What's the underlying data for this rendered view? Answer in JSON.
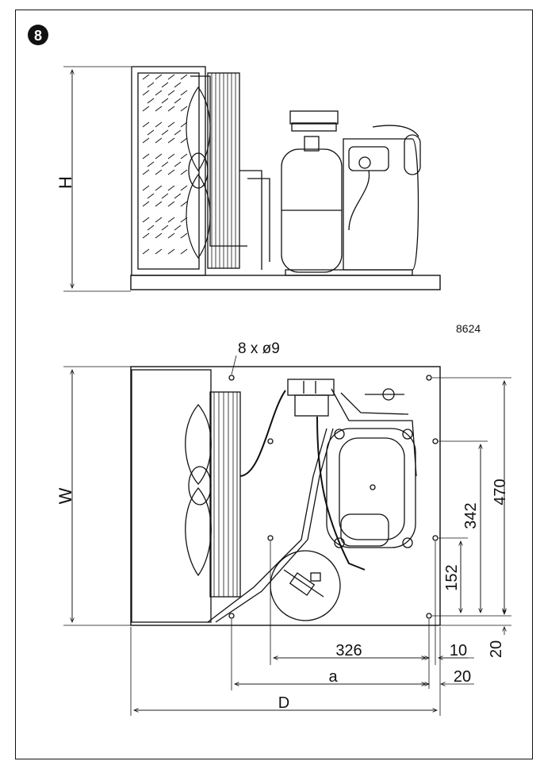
{
  "figure_number": "8",
  "drawing_code": "8624",
  "side_view": {
    "height_label": "H"
  },
  "top_view": {
    "hole_callout": "8 x ø9",
    "width_label": "W",
    "dimensions": {
      "d470": "470",
      "d342": "342",
      "d152": "152",
      "d326": "326",
      "d10": "10",
      "d20_right": "20",
      "d20_bottom": "20",
      "a": "a",
      "D": "D"
    }
  }
}
